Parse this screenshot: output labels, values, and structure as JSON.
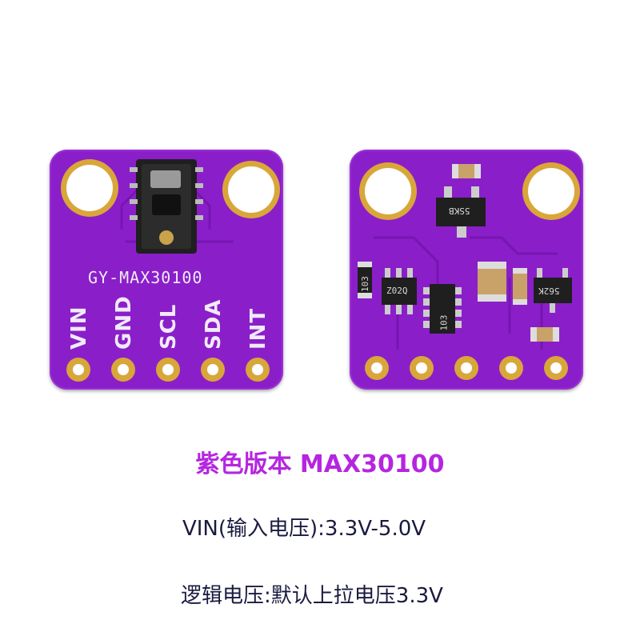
{
  "front_board": {
    "silkscreen_title": "GY-MAX30100",
    "pins": [
      "VIN",
      "GND",
      "SCL",
      "SDA",
      "INT"
    ]
  },
  "back_board": {
    "component_markings": [
      "103",
      "5SKB",
      "562K",
      "103",
      "Z02Q"
    ]
  },
  "captions": {
    "line1": "紫色版本  MAX30100",
    "line2": "VIN(输入电压):3.3V-5.0V",
    "line3": "逻辑电压:默认上拉电压3.3V"
  },
  "colors": {
    "pcb": "#8a1fc9",
    "gold": "#d9a63a",
    "caption_accent": "#b526e0",
    "caption_text": "#1a1a40"
  }
}
